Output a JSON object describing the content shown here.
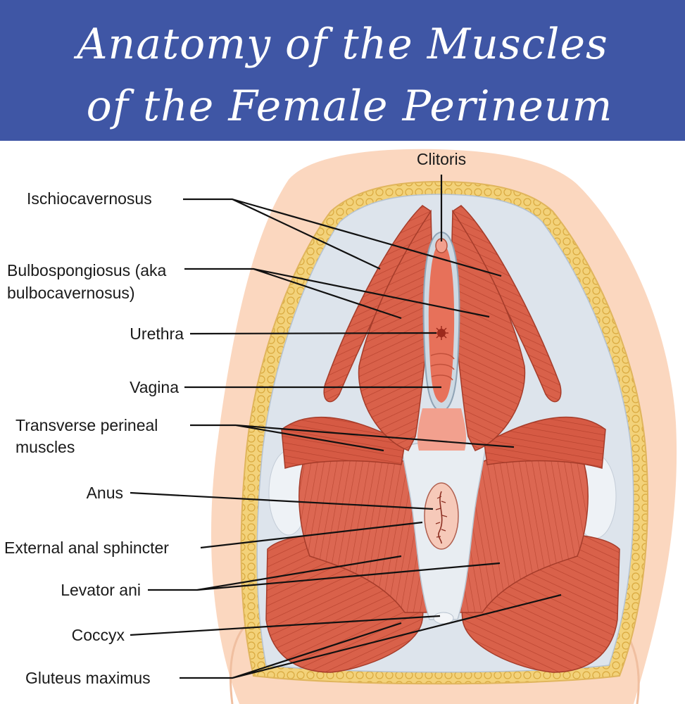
{
  "header": {
    "title_line1": "Anatomy of the Muscles",
    "title_line2": "of the Female Perineum",
    "background_color": "#3f56a5"
  },
  "labels": {
    "clitoris": "Clitoris",
    "ischiocavernosus": "Ischiocavernosus",
    "bulbospongiosus_line1": "Bulbospongiosus (aka",
    "bulbospongiosus_line2": "bulbocavernosus)",
    "urethra": "Urethra",
    "vagina": "Vagina",
    "transverse_line1": "Transverse perineal",
    "transverse_line2": "muscles",
    "anus": "Anus",
    "external_anal_sphincter": "External anal sphincter",
    "levator_ani": "Levator ani",
    "coccyx": "Coccyx",
    "gluteus_maximus": "Gluteus maximus"
  },
  "colors": {
    "skin": "#fbd7bf",
    "fat": "#f3d27a",
    "muscle": "#d9614a",
    "fascia": "#dde4ec",
    "mucosa": "#f2a08e"
  }
}
